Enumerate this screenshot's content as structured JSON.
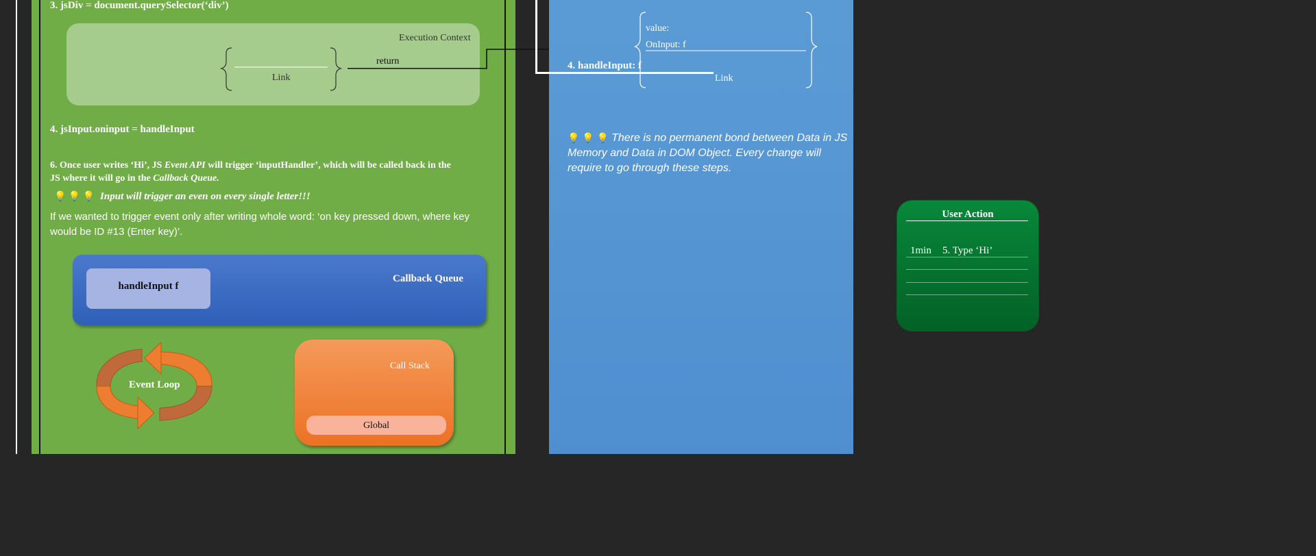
{
  "step3": {
    "text": "3. jsDiv = document.querySelector(‘div’)"
  },
  "exec_context": {
    "title": "Execution Context",
    "return_label": "return",
    "link_label": "Link"
  },
  "step4": {
    "text": "4. jsInput.oninput = handleInput"
  },
  "step6": {
    "line1_a": "6. Once user writes ‘Hi’, JS ",
    "line1_b": "Event API",
    "line1_c": " will trigger ‘inputHandler’, which will be called back in the",
    "line2_a": "JS where it will go in the ",
    "line2_b": "Callback Queue."
  },
  "tip1": {
    "icons": "💡 💡 💡",
    "text": "Input will trigger an even on every single letter!!!"
  },
  "note": {
    "line1": "If we wanted to trigger event only after writing whole word: ‘on key pressed down, where key",
    "line2": "would be ID #13 (Enter key)’."
  },
  "callback_queue": {
    "title": "Callback Queue",
    "item": "handleInput f"
  },
  "event_loop": {
    "label": "Event Loop"
  },
  "call_stack": {
    "title": "Call Stack",
    "global": "Global"
  },
  "dom_object": {
    "value_label": "value:",
    "oninput_label": "OnInput: f",
    "handle_label": "4. handleInput: f",
    "link_label": "Link"
  },
  "tip2": {
    "icons": "💡 💡 💡",
    "line1": "There is no permanent bond between Data in JS",
    "line2": "Memory and Data in DOM Object. Every change will",
    "line3": "require to go through these steps."
  },
  "user_action": {
    "title": "User Action",
    "time": "1min",
    "entry": "5. Type ‘Hi’"
  },
  "colors": {
    "green": "#70ad47",
    "blue": "#5b9bd5",
    "orange": "#ed7d31",
    "dark_green": "#067a31"
  }
}
